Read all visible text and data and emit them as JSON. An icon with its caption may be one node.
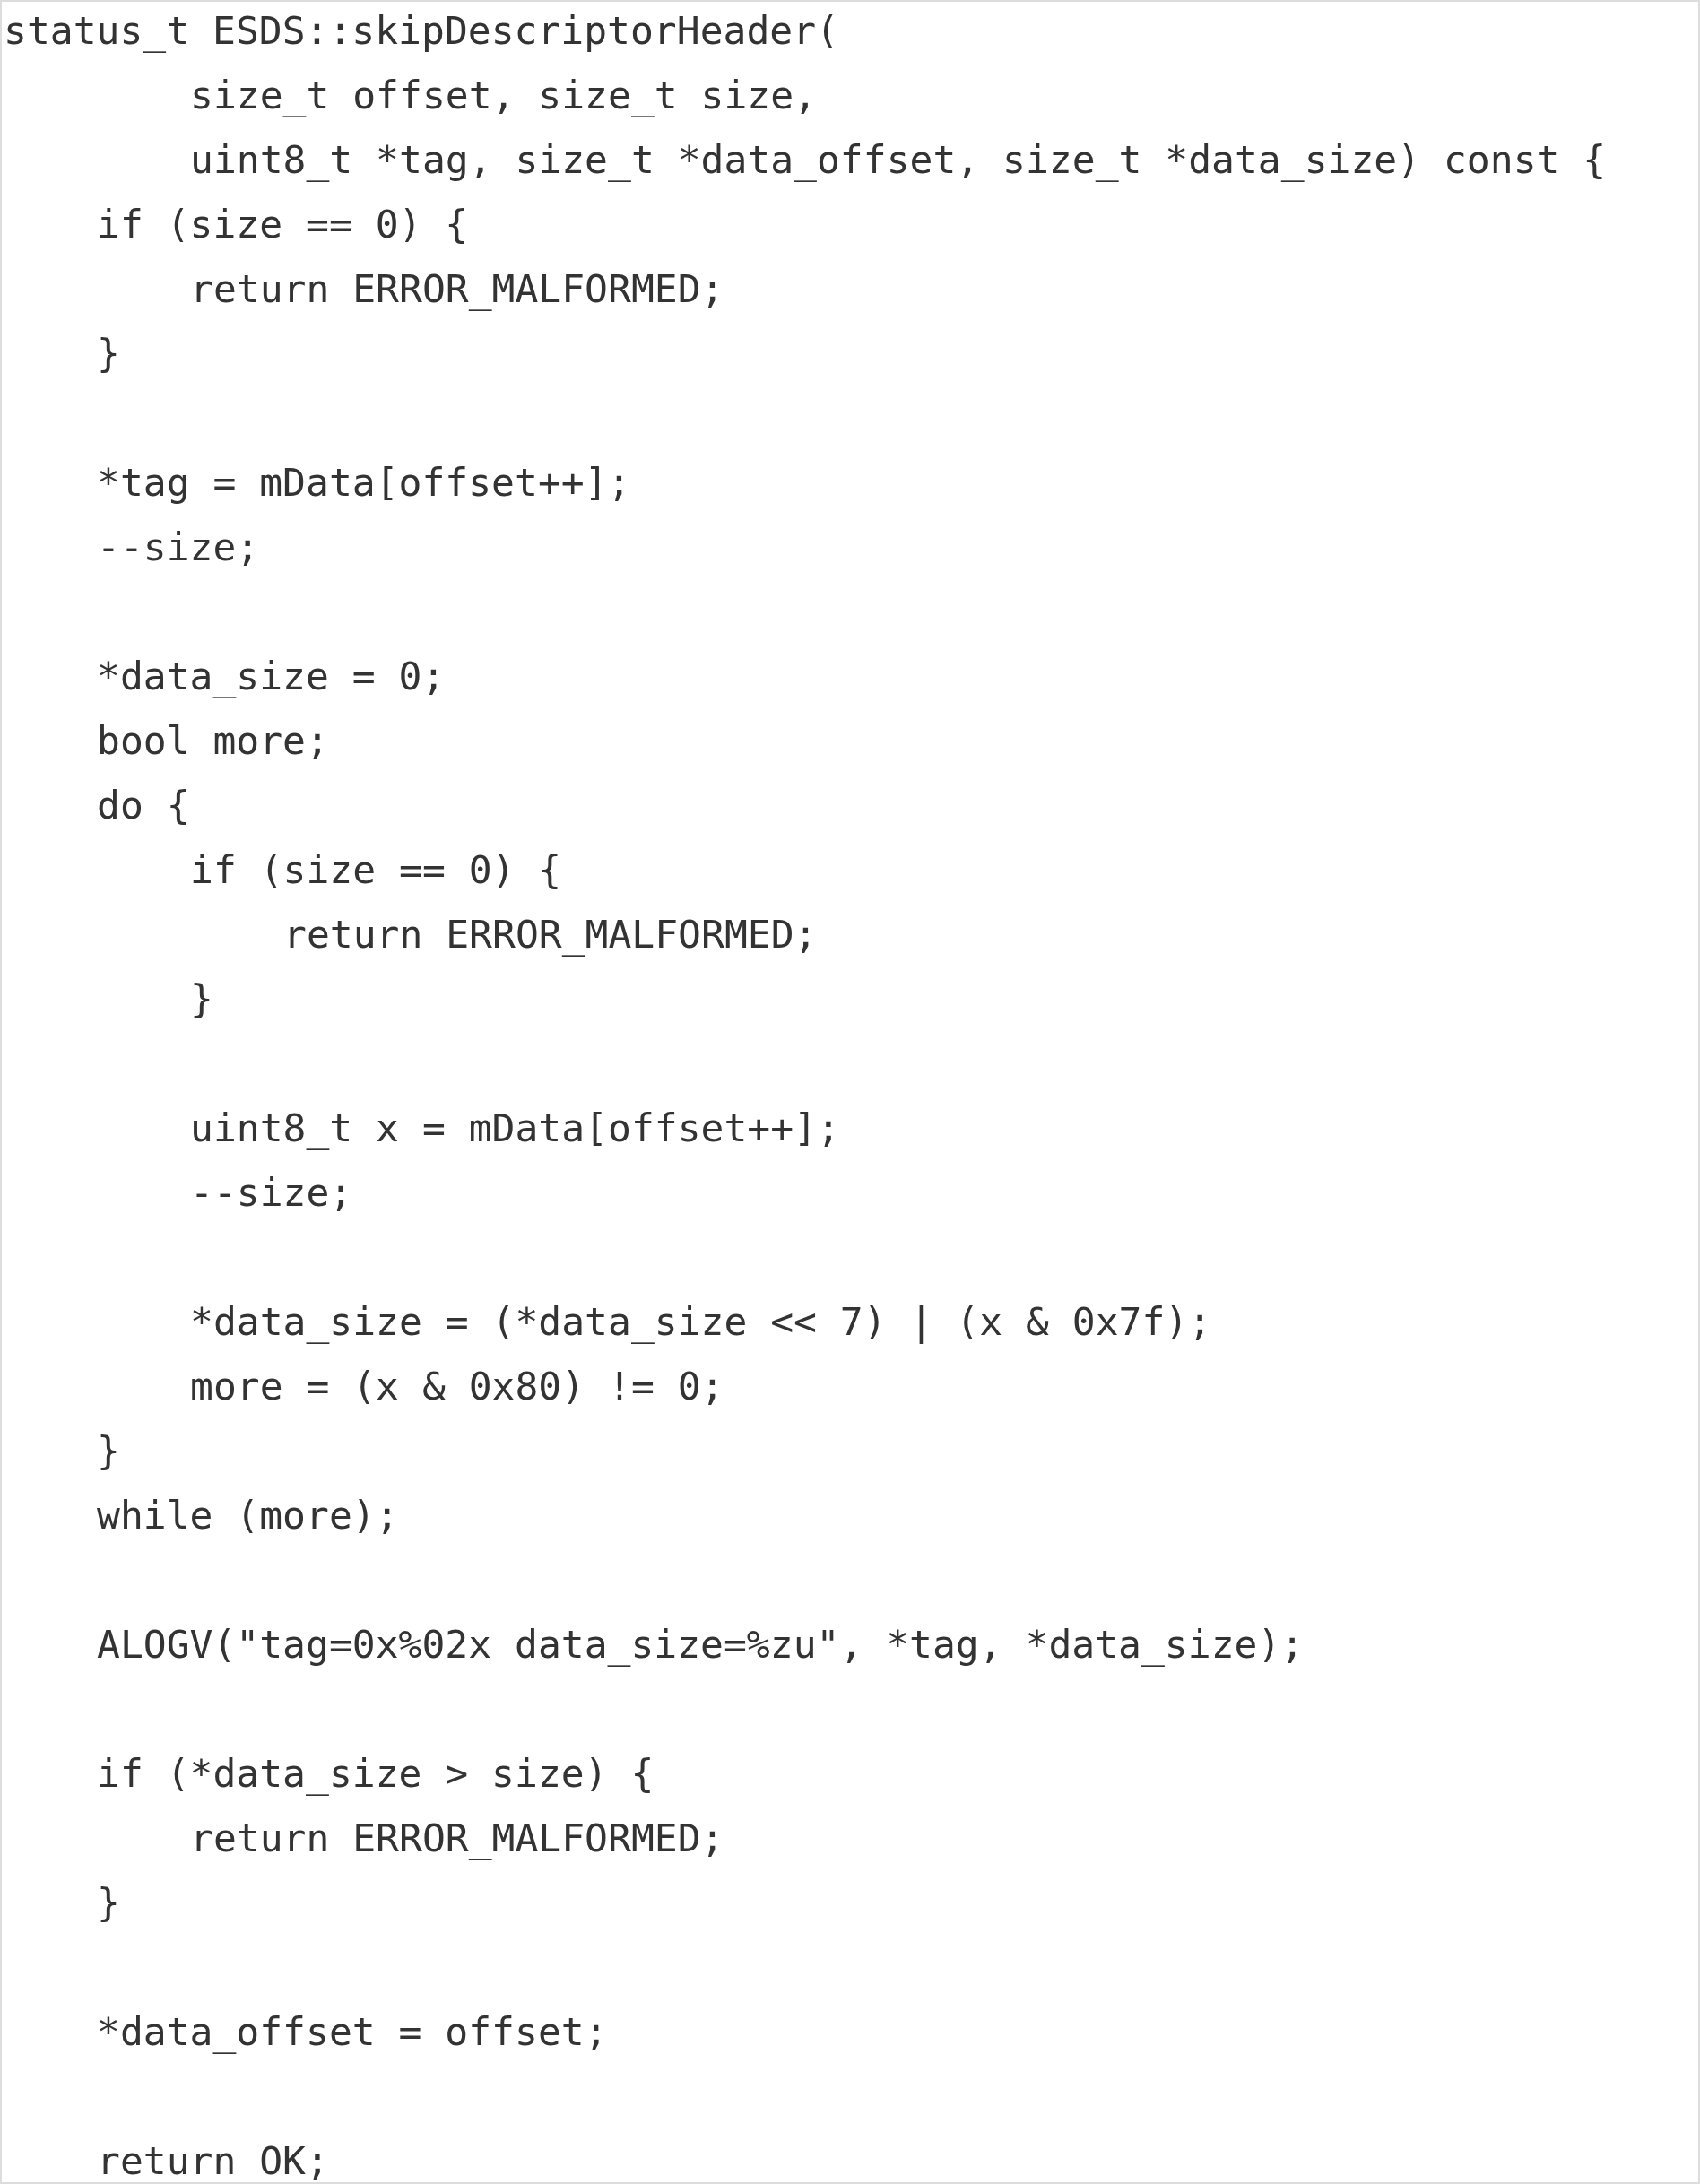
{
  "diagram": {
    "labels": [
      "status_t ESDS::skipDescriptorHeader(",
      "size_t offset, size_t size,",
      "uint8_t *tag, size_t *data_offset, size_t *data_size) const {",
      "if (size == 0) {",
      "return ERROR_MALFORMED;",
      "}",
      "*tag = mData[offset++];",
      "--size;",
      "*data_size = 0;",
      "bool more;",
      "do {",
      "if (size == 0) {",
      "return ERROR_MALFORMED;",
      "}",
      "uint8_t x = mData[offset++];",
      "--size;",
      "*data_size = (*data_size << 7) | (x & 0x7f);",
      "more = (x & 0x80) != 0;",
      "}",
      "while (more);",
      "ALOGV(\"tag=0x%02x data_size=%zu\", *tag, *data_size);",
      "if (*data_size > size) {",
      "return ERROR_MALFORMED;",
      "}",
      "*data_offset = offset;",
      "return OK;"
    ]
  }
}
